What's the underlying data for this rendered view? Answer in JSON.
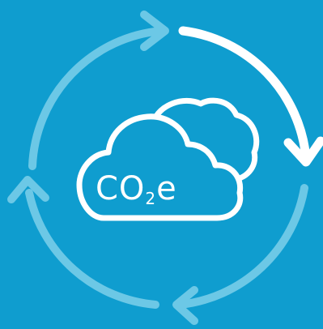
{
  "graphic": {
    "label_main": "CO",
    "label_subscript": "2",
    "label_suffix": "e"
  },
  "colors": {
    "background": "#0f9dcf",
    "arrow_faint": "#6cc8e6",
    "arrow_bright": "#ffffff",
    "cloud_stroke": "#ffffff"
  },
  "icons": [
    "cycle-arrows-icon",
    "cloud-icon"
  ]
}
